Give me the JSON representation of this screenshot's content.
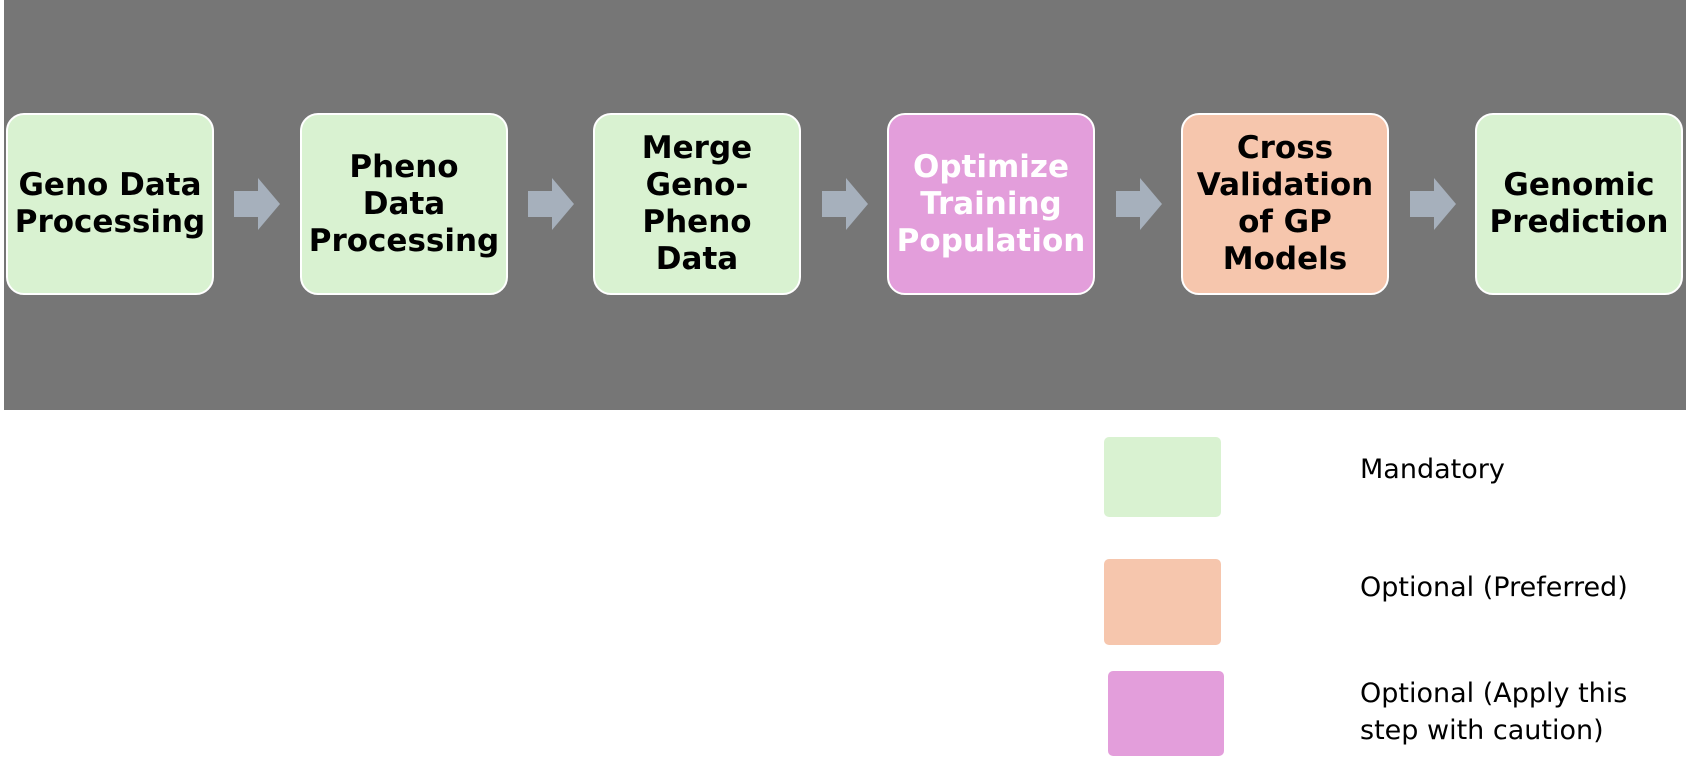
{
  "colors": {
    "background_band": "#767676",
    "mandatory": "#d9f2d1",
    "optional_preferred": "#f6c6ad",
    "optional_caution": "#e39edb",
    "arrow": "#a6b0bc"
  },
  "steps": [
    {
      "label": "Geno Data\nProcessing",
      "category": "mandatory"
    },
    {
      "label": "Pheno\nData\nProcessing",
      "category": "mandatory"
    },
    {
      "label": "Merge\nGeno-\nPheno\nData",
      "category": "mandatory"
    },
    {
      "label": "Optimize\nTraining\nPopulation",
      "category": "optional_caution"
    },
    {
      "label": "Cross\nValidation\nof  GP\nModels",
      "category": "optional_preferred"
    },
    {
      "label": "Genomic\nPrediction",
      "category": "mandatory"
    }
  ],
  "legend": [
    {
      "label": "Mandatory",
      "category": "mandatory"
    },
    {
      "label": "Optional (Preferred)",
      "category": "optional_preferred"
    },
    {
      "label": "Optional (Apply this\nstep with caution)",
      "category": "optional_caution"
    }
  ]
}
